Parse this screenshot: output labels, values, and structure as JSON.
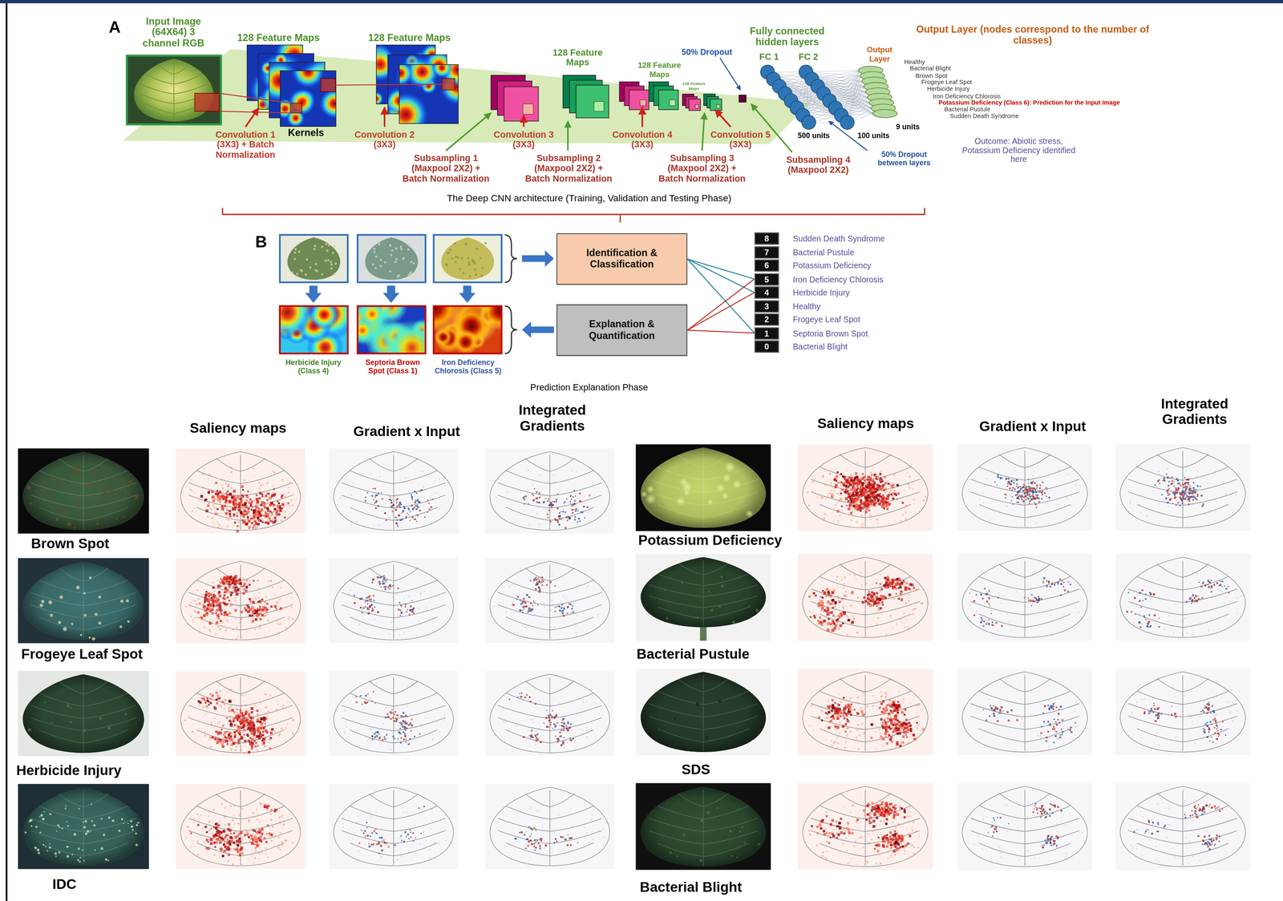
{
  "diagram": {
    "nodes": [
      {
        "text": [
          "Identification & Classification"
        ]
      },
      {
        "text": [
          "Explanation & Quantification"
        ]
      },
      {
        "text": [
          "8",
          "Sudden Death Syndrome"
        ]
      },
      {
        "text": [
          "7",
          "Bacterial Pustule"
        ]
      },
      {
        "text": [
          "6",
          "Potassium Deficiency"
        ]
      },
      {
        "text": [
          "5",
          "Iron Deficiency Chlorosis"
        ]
      },
      {
        "text": [
          "4",
          "Herbicide Injury"
        ]
      },
      {
        "text": [
          "3",
          "Healthy"
        ]
      },
      {
        "text": [
          "2",
          "Frogeye Leaf Spot"
        ]
      },
      {
        "text": [
          "1",
          "Septoria Brown Spot"
        ]
      },
      {
        "text": [
          "0",
          "Bacterial Blight"
        ]
      }
    ],
    "edges": [
      {
        "from": 0,
        "to": 5,
        "arrow": "none"
      },
      {
        "from": 0,
        "to": 6,
        "arrow": "none"
      },
      {
        "from": 0,
        "to": 9,
        "arrow": "none"
      },
      {
        "from": 5,
        "to": 1,
        "arrow": "none"
      },
      {
        "from": 6,
        "to": 1,
        "arrow": "none"
      },
      {
        "from": 9,
        "to": 1,
        "arrow": "none"
      }
    ],
    "labels": [
      "A",
      "Input Image (64X64) 3 channel RGB",
      "128 Feature Maps",
      "128 Feature Maps",
      "Kernels",
      "Convolution 1 (3X3) + Batch Normalization",
      "Convolution 2 (3X3)",
      "128 Feature Maps",
      "Convolution 3 (3X3)",
      "Subsampling 1 (Maxpool 2X2) + Batch Normalization",
      "Subsampling 2 (Maxpool 2X2) + Batch Normalization",
      "128 Feature Maps",
      "Convolution 4 (3X3)",
      "Subsampling 3 (Maxpool 2X2) + Batch Normalization",
      "128 Feature Maps",
      "Convolution 5 (3X3)",
      "Subsampling 4 (Maxpool 2X2)",
      "50% Dropout",
      "Fully connected hidden layers",
      "FC 1",
      "FC 2",
      "500 units",
      "100 units",
      "50% Dropout between layers",
      "Output Layer",
      "9 units",
      "Output Layer (nodes correspond to the number of classes)",
      "Healthy",
      "Bacterial Blight",
      "Brown Spot",
      "Frogeye Leaf Spot",
      "Herbicide Injury",
      "Iron Deficiency Chlorosis",
      "Potassium Deficiency (Class 6): Prediction for the Input Image",
      "Bacterial Pustule",
      "Sudden Death Syndrome",
      "Outcome: Abiotic stress, Potassium Deficiency identified here",
      "The Deep CNN architecture (Training, Validation and Testing Phase)",
      "B",
      "Herbicide Injury (Class 4)",
      "Septoria Brown Spot (Class 1)",
      "Iron Deficiency Chlorosis (Class 5)",
      "Prediction Explanation Phase",
      "Saliency maps",
      "Gradient x Input",
      "Integrated Gradients",
      "Saliency maps",
      "Gradient x Input",
      "Integrated Gradients",
      "Brown Spot",
      "Frogeye Leaf Spot",
      "Herbicide Injury",
      "IDC",
      "Potassium Deficiency",
      "Bacterial Pustule",
      "SDS",
      "Bacterial Blight"
    ]
  }
}
